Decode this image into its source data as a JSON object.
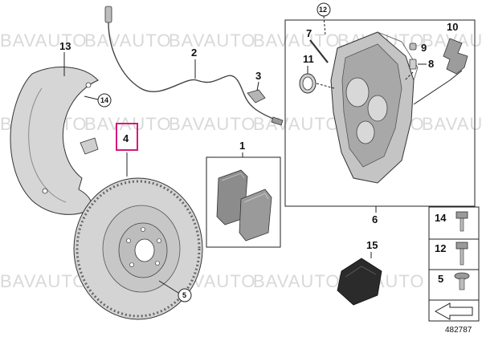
{
  "watermark": "BAVAUTO",
  "parts": {
    "p1": "1",
    "p2": "2",
    "p3": "3",
    "p4": "4",
    "p5": "5",
    "p6": "6",
    "p7": "7",
    "p8": "8",
    "p9": "9",
    "p10": "10",
    "p11": "11",
    "p12": "12",
    "p13": "13",
    "p14": "14",
    "p15": "15"
  },
  "hardware": {
    "row14": "14",
    "row12": "12",
    "row5": "5"
  },
  "diagram_number": "482787",
  "colors": {
    "highlight": "#d6197a",
    "part_gray": "#c9c9c9",
    "dark_gray": "#8a8a8a",
    "line": "#222222"
  }
}
